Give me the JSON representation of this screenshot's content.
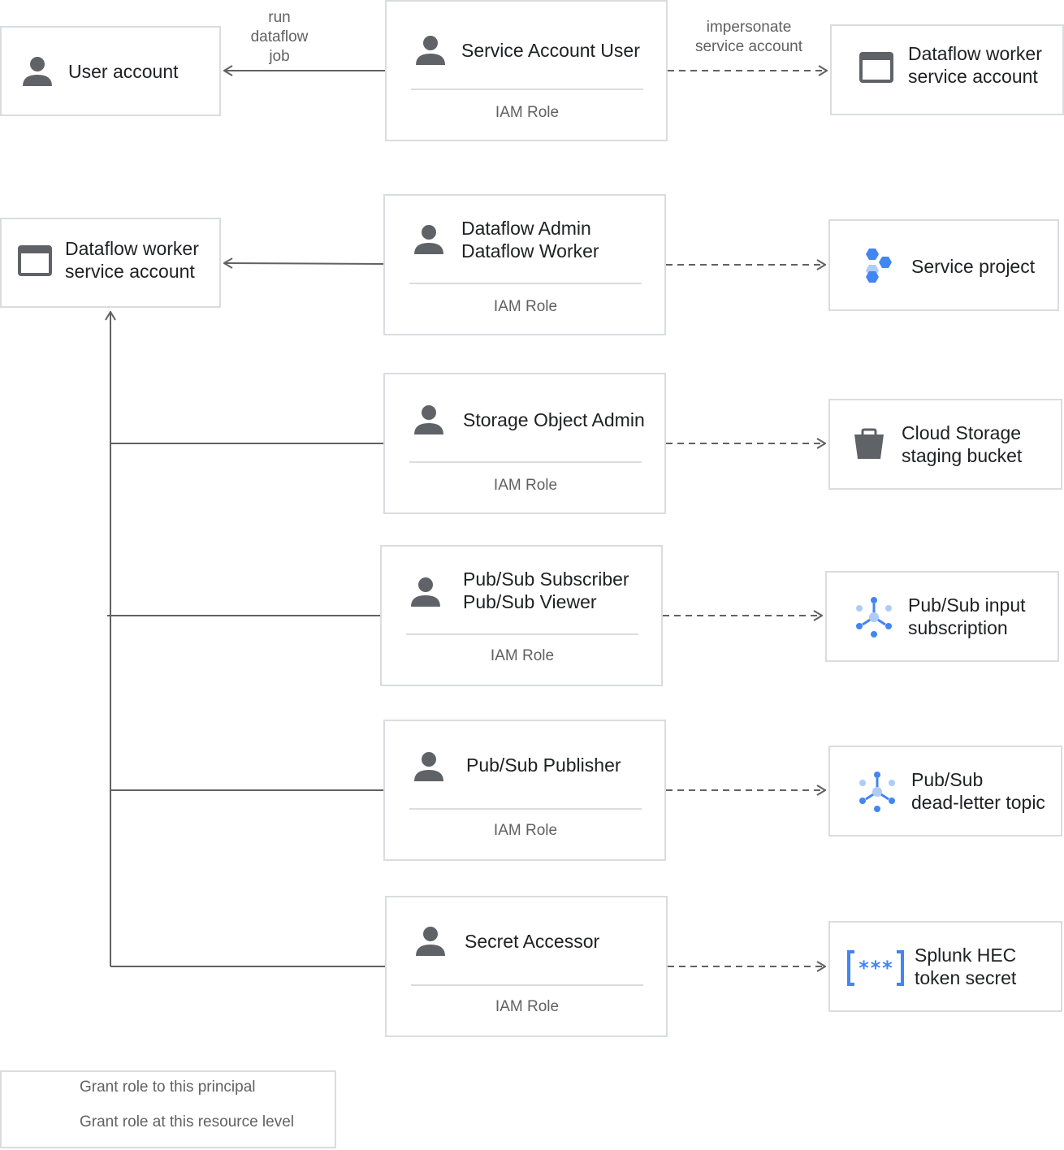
{
  "colors": {
    "border": "#dadce0",
    "line": "#616161",
    "icon_gray": "#5f6368",
    "google_blue": "#4285f4",
    "light_blue": "#aecbfa"
  },
  "top": {
    "user_account": "User account",
    "run_job": [
      "run",
      "dataflow",
      "job"
    ],
    "service_account_user": {
      "title": "Service Account User",
      "role": "IAM Role"
    },
    "impersonate": [
      "impersonate",
      "service account"
    ],
    "dataflow_worker_sa": [
      "Dataflow worker",
      "service account"
    ]
  },
  "principal": {
    "label": [
      "Dataflow worker",
      "service account"
    ],
    "icon": "browser-window-icon"
  },
  "roles": [
    {
      "title": [
        "Dataflow Admin",
        "Dataflow Worker"
      ],
      "role": "IAM Role"
    },
    {
      "title": [
        "Storage Object Admin"
      ],
      "role": "IAM Role"
    },
    {
      "title": [
        "Pub/Sub Subscriber",
        "Pub/Sub Viewer"
      ],
      "role": "IAM Role"
    },
    {
      "title": [
        "Pub/Sub Publisher"
      ],
      "role": "IAM Role"
    },
    {
      "title": [
        "Secret Accessor"
      ],
      "role": "IAM Role"
    }
  ],
  "resources": [
    {
      "label": [
        "Service project"
      ],
      "icon": "hexagon-cluster-icon"
    },
    {
      "label": [
        "Cloud Storage",
        "staging bucket"
      ],
      "icon": "bucket-icon"
    },
    {
      "label": [
        "Pub/Sub input",
        "subscription"
      ],
      "icon": "pubsub-icon"
    },
    {
      "label": [
        "Pub/Sub",
        "dead-letter topic"
      ],
      "icon": "pubsub-icon"
    },
    {
      "label": [
        "Splunk HEC",
        "token secret"
      ],
      "icon": "secret-icon"
    }
  ],
  "legend": {
    "solid": "Grant role to this principal",
    "dashed": "Grant role at this resource level"
  }
}
